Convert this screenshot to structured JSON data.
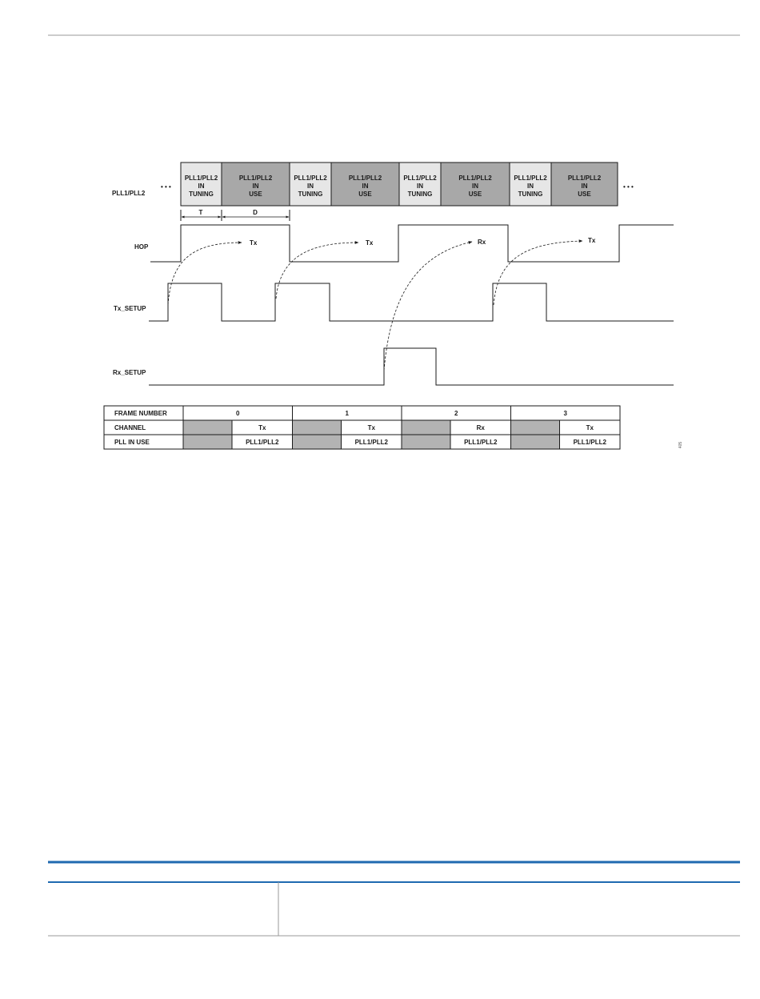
{
  "colors": {
    "tuning_fill": "#e6e6e6",
    "use_fill": "#a8a8a8",
    "waveform": "#1a1a1a",
    "table_blank": "#b3b3b3",
    "rule_gray": "#9a9a9a",
    "accent_blue": "#1f6ab0"
  },
  "diagram": {
    "pll_label": "PLL1/PLL2",
    "ellipsis": "• • •",
    "blocks": [
      {
        "kind": "tuning",
        "lines": [
          "PLL1/PLL2",
          "IN",
          "TUNING"
        ]
      },
      {
        "kind": "use",
        "lines": [
          "PLL1/PLL2",
          "IN",
          "USE"
        ]
      },
      {
        "kind": "tuning",
        "lines": [
          "PLL1/PLL2",
          "IN",
          "TUNING"
        ]
      },
      {
        "kind": "use",
        "lines": [
          "PLL1/PLL2",
          "IN",
          "USE"
        ]
      },
      {
        "kind": "tuning",
        "lines": [
          "PLL1/PLL2",
          "IN",
          "TUNING"
        ]
      },
      {
        "kind": "use",
        "lines": [
          "PLL1/PLL2",
          "IN",
          "USE"
        ]
      },
      {
        "kind": "tuning",
        "lines": [
          "PLL1/PLL2",
          "IN",
          "TUNING"
        ]
      },
      {
        "kind": "use",
        "lines": [
          "PLL1/PLL2",
          "IN",
          "USE"
        ]
      }
    ],
    "dim_t": "T",
    "dim_d": "D",
    "signals": {
      "hop": "HOP",
      "tx_setup": "Tx_SETUP",
      "rx_setup": "Rx_SETUP"
    },
    "arrow_labels": [
      "Tx",
      "Tx",
      "Rx",
      "Tx"
    ],
    "figure_id": "405"
  },
  "table": {
    "row_labels": [
      "FRAME NUMBER",
      "CHANNEL",
      "PLL IN USE"
    ],
    "frames": [
      {
        "number": "0",
        "channel": "Tx",
        "pll": "PLL1/PLL2"
      },
      {
        "number": "1",
        "channel": "Tx",
        "pll": "PLL1/PLL2"
      },
      {
        "number": "2",
        "channel": "Rx",
        "pll": "PLL1/PLL2"
      },
      {
        "number": "3",
        "channel": "Tx",
        "pll": "PLL1/PLL2"
      }
    ]
  }
}
